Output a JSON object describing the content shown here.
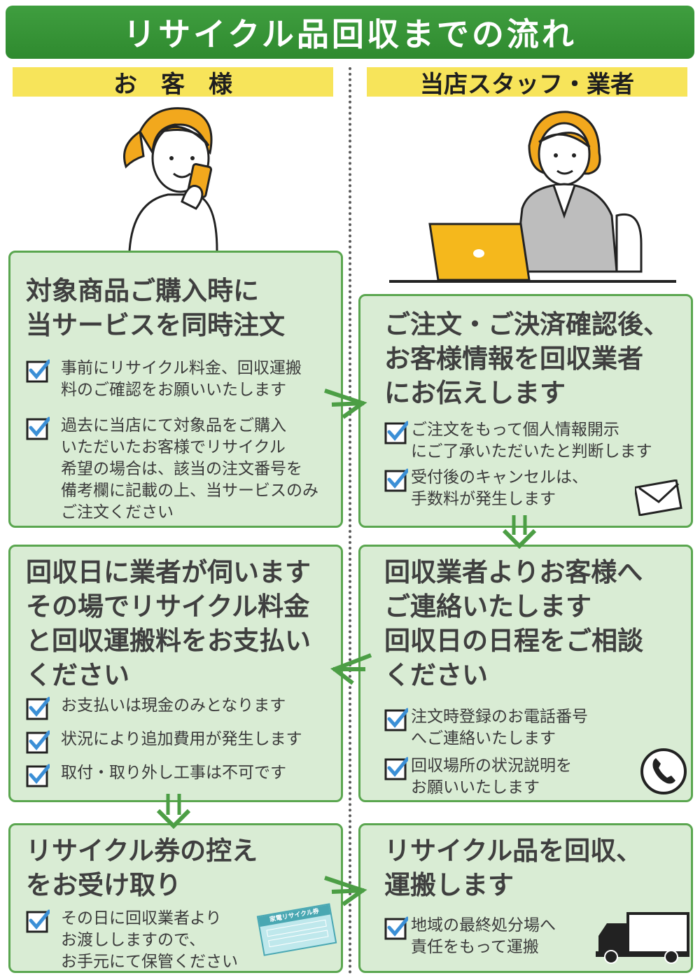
{
  "title": "リサイクル品回収までの流れ",
  "columns": {
    "customer": "お　客　様",
    "staff": "当店スタッフ・業者"
  },
  "cards": [
    {
      "title": "対象商品ご購入時に\n当サービスを同時注文",
      "items": [
        "事前にリサイクル料金、回収運搬\n料のご確認をお願いいたします",
        "過去に当店にて対象品をご購入\nいただいたお客様でリサイクル\n希望の場合は、該当の注文番号を\n備考欄に記載の上、当サービスのみ\nご注文ください"
      ]
    },
    {
      "title": "ご注文・ご決済確認後、\nお客様情報を回収業者\nにお伝えします",
      "items": [
        "ご注文をもって個人情報開示\nにご了承いただいたと判断します",
        "受付後のキャンセルは、\n手数料が発生します"
      ]
    },
    {
      "title": "回収業者よりお客様へ\nご連絡いたします\n回収日の日程をご相談\nください",
      "items": [
        "注文時登録のお電話番号\nへご連絡いたします",
        "回収場所の状況説明を\nお願いいたします"
      ]
    },
    {
      "title": "回収日に業者が伺います\nその場でリサイクル料金\nと回収運搬料をお支払い\nください",
      "items": [
        "お支払いは現金のみとなります",
        "状況により追加費用が発生します",
        "取付・取り外し工事は不可です"
      ]
    },
    {
      "title": "リサイクル券の控え\nをお受け取り",
      "items": [
        "その日に回収業者より\nお渡ししますので、\nお手元にて保管ください"
      ]
    },
    {
      "title": "リサイクル品を回収、\n運搬します",
      "items": [
        "地域の最終処分場へ\n責任をもって運搬"
      ]
    }
  ],
  "ticket_label": "家電リサイクル券",
  "colors": {
    "title_bg": "#3f9e3f",
    "header_bg": "#f7e45a",
    "card_bg": "#d9ecd4",
    "card_border": "#5aa64f",
    "check": "#3b8fd6",
    "arrow": "#4c9e45",
    "hair": "#f2a81d"
  }
}
